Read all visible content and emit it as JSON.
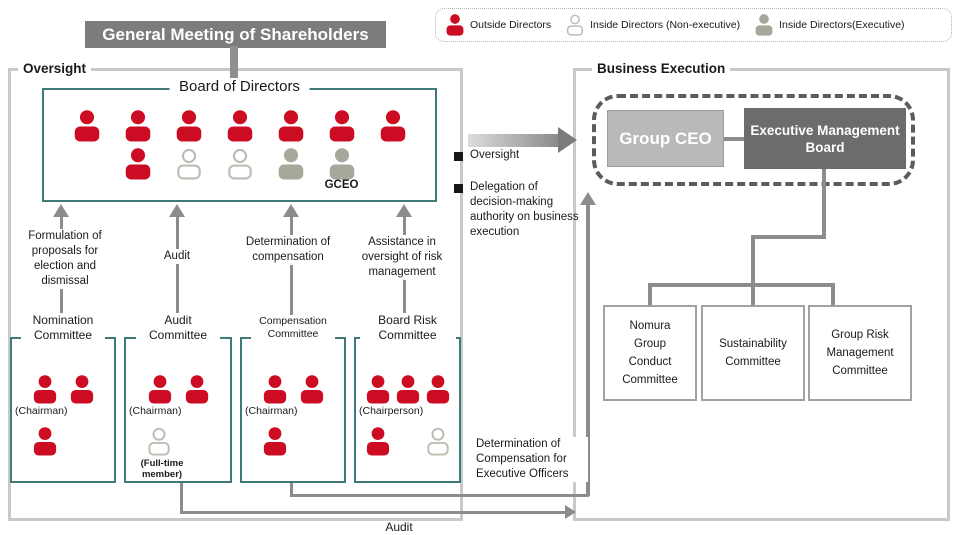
{
  "colors": {
    "person_red": "#cc0c22",
    "person_gray": "#a7a79c",
    "person_outline": "#bdbdb3",
    "line_gray": "#8c8c8c",
    "teal_border": "#3d7a78",
    "header_gray": "#7c7c7c",
    "emb_gray": "#6c6c6c",
    "ceo_gray": "#b9b9b9"
  },
  "header": {
    "title": "General Meeting of Shareholders"
  },
  "legend": {
    "items": [
      {
        "type": "red",
        "label": "Outside Directors"
      },
      {
        "type": "outline",
        "label": "Inside Directors (Non-executive)"
      },
      {
        "type": "gray",
        "label": "Inside Directors(Executive)"
      }
    ]
  },
  "oversight": {
    "label": "Oversight",
    "board": {
      "title": "Board of Directors",
      "gceo": "GCEO",
      "row1": [
        "red",
        "red",
        "red",
        "red",
        "red",
        "red",
        "red"
      ],
      "row2": [
        null,
        "red",
        "outline",
        "outline",
        "gray",
        "gray",
        null
      ]
    },
    "arrows": [
      {
        "label": "Formulation of proposals for election and dismissal"
      },
      {
        "label": "Audit"
      },
      {
        "label": "Determination of compensation"
      },
      {
        "label": "Assistance in oversight of risk management"
      }
    ],
    "committees": [
      {
        "title": "Nomination Committee",
        "chair": "(Chairman)",
        "row1": [
          "red",
          "red"
        ],
        "row2": [
          "red"
        ]
      },
      {
        "title": "Audit Committee",
        "chair": "(Chairman)",
        "row1": [
          "red",
          "red"
        ],
        "row2": [
          "outline"
        ],
        "note": "(Full-time member)"
      },
      {
        "title": "Compensation Committee",
        "chair": "(Chairman)",
        "row1": [
          "red",
          "red"
        ],
        "row2": [
          "red"
        ]
      },
      {
        "title": "Board Risk Committee",
        "chair": "(Chairperson)",
        "row1": [
          "red",
          "red",
          "red"
        ],
        "row2": [
          "red",
          null,
          "outline"
        ]
      }
    ]
  },
  "flow": {
    "bullets": [
      "Oversight",
      "Delegation of decision-making authority on business execution"
    ]
  },
  "business_execution": {
    "label": "Business Execution",
    "group_ceo": "Group CEO",
    "management_board": "Executive Management Board",
    "committees": [
      "Nomura Group Conduct Committee",
      "Sustainability Committee",
      "Group Risk Management Committee"
    ]
  },
  "connector_labels": {
    "determination": "Determination of Compensation for Executive Officers",
    "audit": "Audit"
  }
}
